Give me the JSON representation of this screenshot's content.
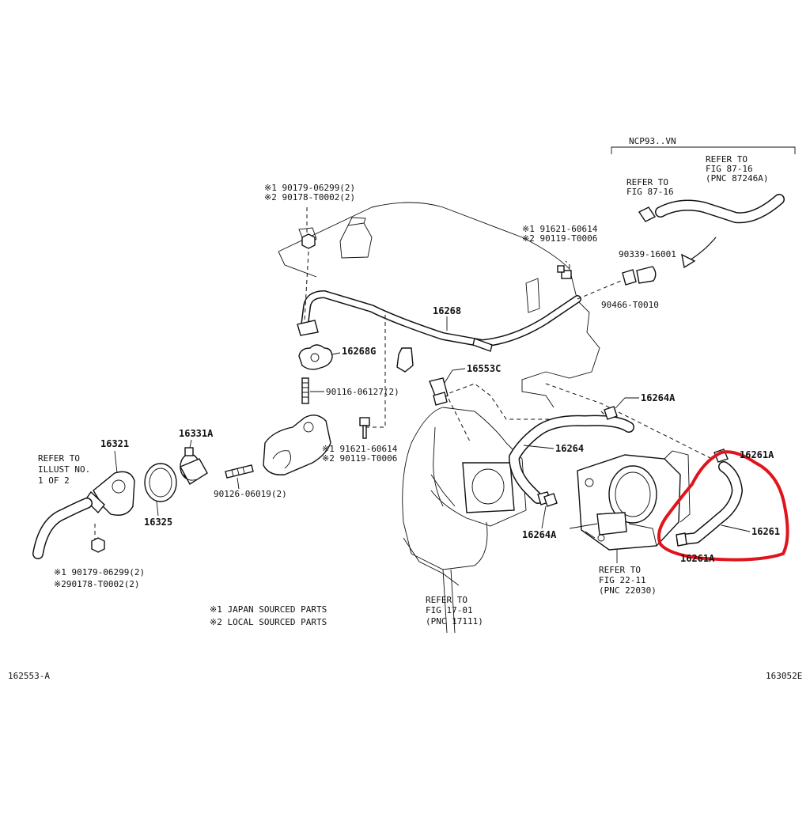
{
  "labels": {
    "sub_ncp": "NCP93..VN",
    "refer_fig87_16_pnc": [
      "REFER TO",
      "FIG 87-16",
      "(PNC 87246A)"
    ],
    "refer_fig87_16": [
      "REFER TO",
      "FIG 87-16"
    ],
    "p90339": "90339-16001",
    "p90466": "90466-T0010",
    "bolt_top": [
      "※1 91621-60614",
      "※2 90119-T0006"
    ],
    "nut_top": [
      "※1 90179-06299(2)",
      "※2 90178-T0002(2)"
    ],
    "p16268": "16268",
    "p16268G": "16268G",
    "p16553C": "16553C",
    "p16264A_top": "16264A",
    "p90116": "90116-06127(2)",
    "bolt_mid": [
      "※1 91621-60614",
      "※2 90119-T0006"
    ],
    "p16264": "16264",
    "p16261A": "16261A",
    "p16261A_lower": "16261A",
    "p16261": "16261",
    "p16321": "16321",
    "p16331A": "16331A",
    "p16325": "16325",
    "p90126": "90126-06019(2)",
    "refer_illust": [
      "REFER TO",
      "ILLUST NO.",
      "1 OF 2"
    ],
    "nut_bottom": [
      "※1 90179-06299(2)",
      "※290178-T0002(2)"
    ],
    "p16264A_bottom": "16264A",
    "refer_fig22_11": [
      "REFER TO",
      "FIG 22-11",
      "(PNC 22030)"
    ],
    "refer_fig17_01": [
      "REFER TO",
      "FIG 17-01",
      "(PNC 17111)"
    ],
    "notes": [
      "※1 JAPAN SOURCED PARTS",
      "※2 LOCAL SOURCED PARTS"
    ],
    "code_left": "162553-A",
    "code_right": "163052E"
  },
  "colors": {
    "line": "#111111",
    "highlight": "#e0141c"
  }
}
